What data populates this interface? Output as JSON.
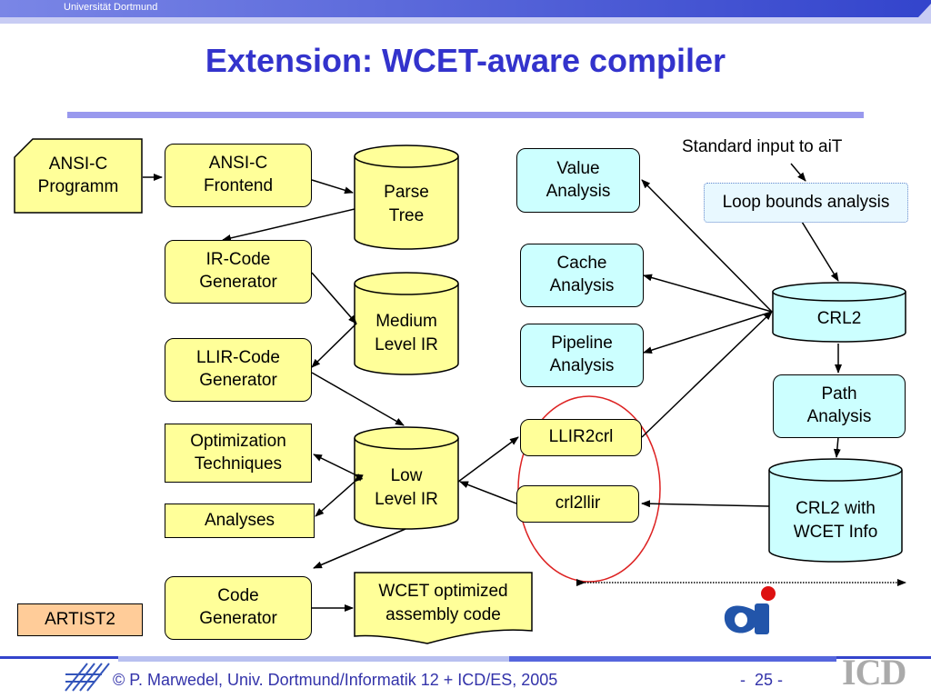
{
  "header": {
    "university": "Universität Dortmund"
  },
  "title": "Extension: WCET-aware compiler",
  "nodes": {
    "ansi_c_programm": "ANSI-C\nProgramm",
    "ansi_c_frontend": "ANSI-C\nFrontend",
    "parse_tree": "Parse\nTree",
    "ir_code_generator": "IR-Code\nGenerator",
    "medium_level_ir": "Medium\nLevel IR",
    "llir_code_generator": "LLIR-Code\nGenerator",
    "optimization_techniques": "Optimization\nTechniques",
    "low_level_ir": "Low\nLevel IR",
    "analyses": "Analyses",
    "code_generator": "Code\nGenerator",
    "wcet_optimized_code": "WCET optimized\nassembly  code",
    "value_analysis": "Value\nAnalysis",
    "cache_analysis": "Cache\nAnalysis",
    "pipeline_analysis": "Pipeline\nAnalysis",
    "llir2crl": "LLIR2crl",
    "crl2llir": "crl2llir",
    "loop_bounds_analysis": "Loop bounds analysis",
    "crl2": "CRL2",
    "path_analysis": "Path\nAnalysis",
    "crl2_wcet_info": "CRL2 with\nWCET Info"
  },
  "annotation": "Standard input to aiT",
  "badge": "ARTIST2",
  "footer": {
    "credit": "© P. Marwedel, Univ. Dortmund/Informatik 12 + ICD/ES, 2005",
    "page": "-  25 -",
    "logo": "ICD"
  },
  "colors": {
    "title": "#3333cc",
    "box_yellow": "#ffff99",
    "box_cyan": "#ccffff",
    "badge": "#ffcc99",
    "highlight_circle": "#dd2222",
    "top_bar": "#5566dd"
  },
  "icons": {
    "ai_logo": "ai-logo-icon",
    "footer_logo": "grid-stripes-icon"
  }
}
